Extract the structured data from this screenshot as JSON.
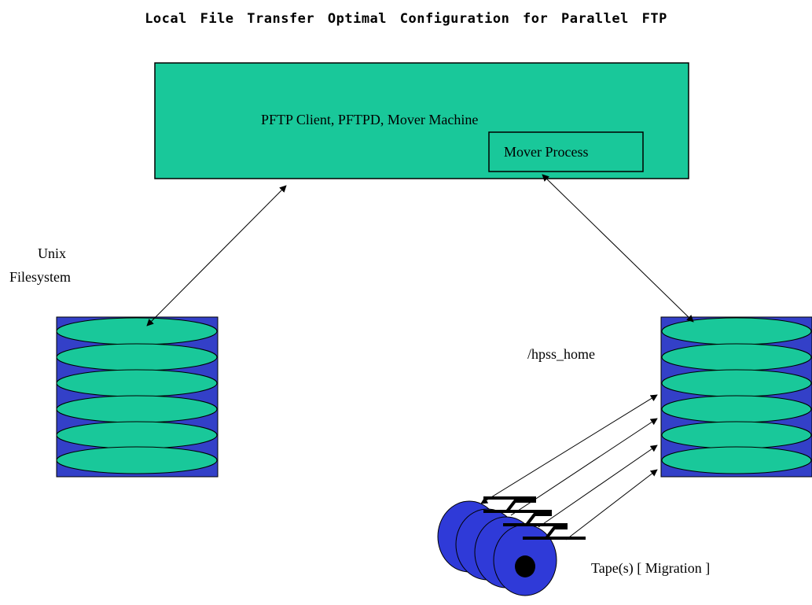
{
  "title": "Local File Transfer Optimal Configuration for Parallel FTP",
  "machine": {
    "label": "PFTP Client, PFTPD, Mover Machine",
    "fill": "#19c89a"
  },
  "mover": {
    "label": "Mover Process"
  },
  "unix_fs": {
    "label_line1": "Unix",
    "label_line2": "Filesystem"
  },
  "hpss": {
    "label": "/hpss_home"
  },
  "tape": {
    "label": "Tape(s) [ Migration ]",
    "fill": "#2f3ad8"
  },
  "disk": {
    "frame": "#3340c8",
    "platter": "#19c89a"
  }
}
